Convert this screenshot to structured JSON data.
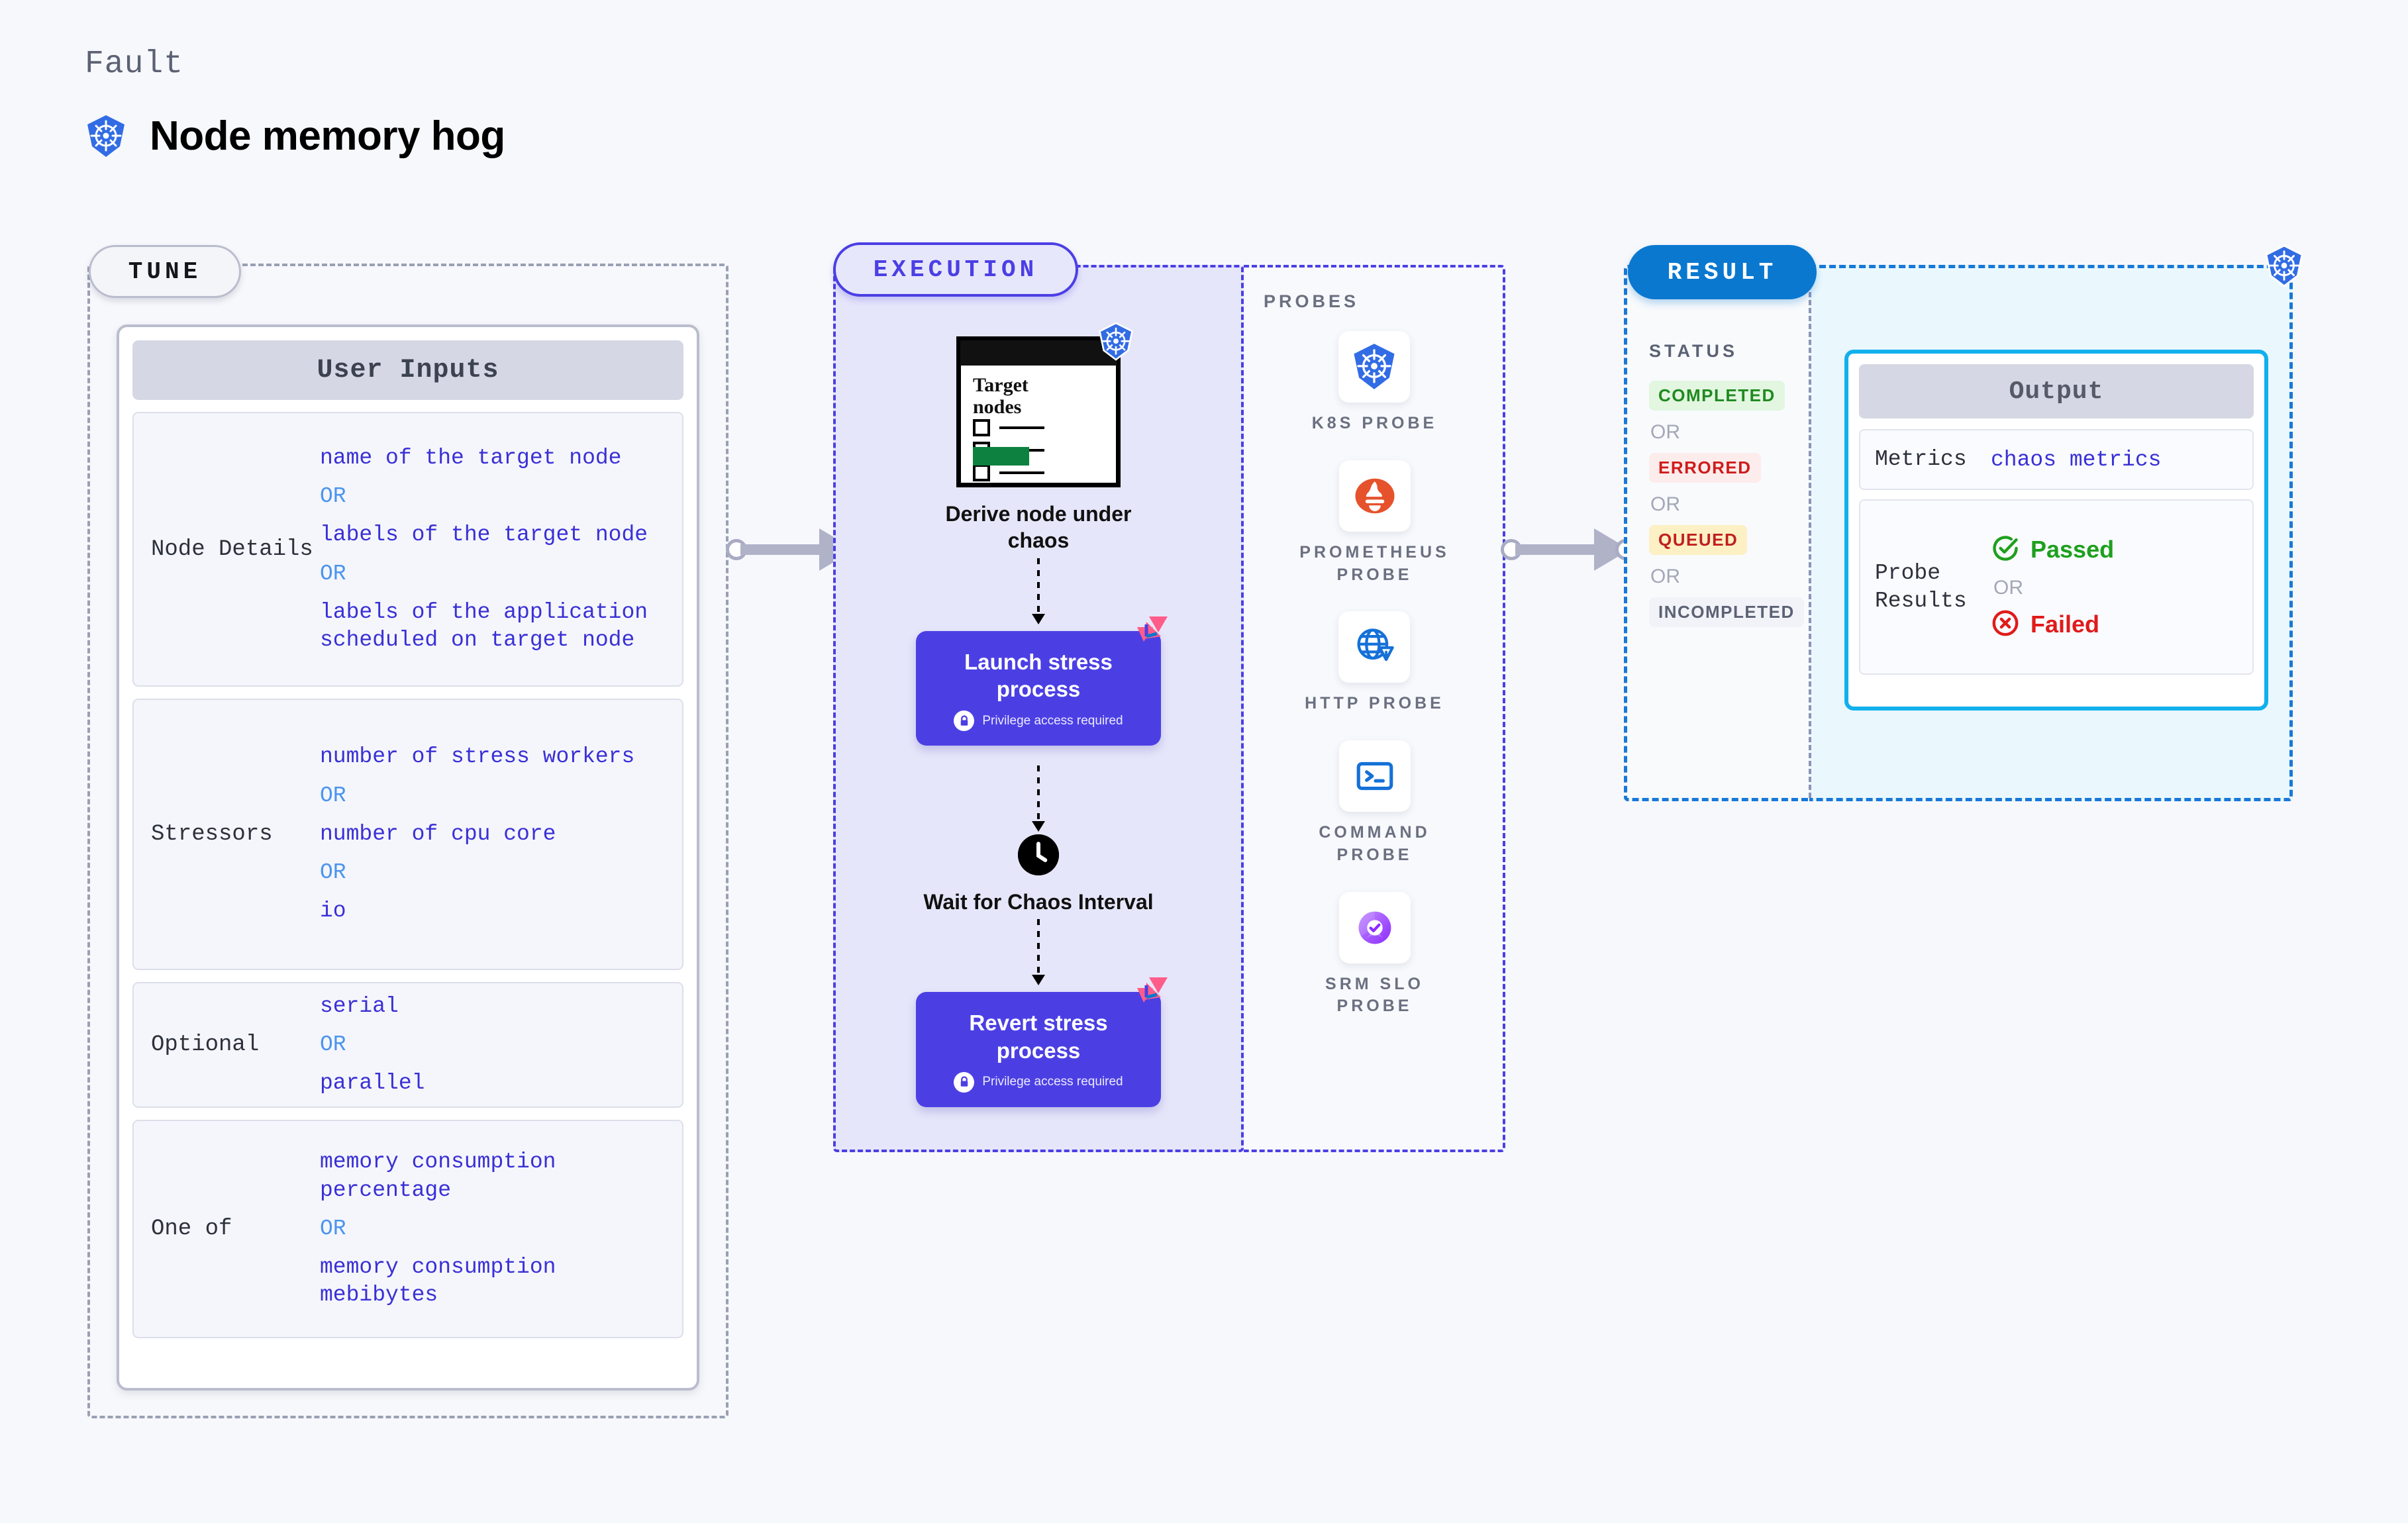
{
  "header": {
    "eyebrow": "Fault",
    "title": "Node memory hog",
    "icon": "kubernetes-icon"
  },
  "tune": {
    "pill_label": "TUNE",
    "card_header": "User Inputs",
    "rows": [
      {
        "label": "Node Details",
        "values": [
          "name of the target node",
          "labels of the target node",
          "labels of the application  scheduled on target node"
        ],
        "separator": "OR"
      },
      {
        "label": "Stressors",
        "values": [
          "number of stress workers",
          "number of cpu core",
          "io"
        ],
        "separator": "OR"
      },
      {
        "label": "Optional",
        "values": [
          "serial",
          "parallel"
        ],
        "separator": "OR"
      },
      {
        "label": "One of",
        "values": [
          "memory consumption percentage",
          "memory consumption mebibytes"
        ],
        "separator": "OR"
      }
    ]
  },
  "execution": {
    "pill_label": "EXECUTION",
    "target_card": {
      "title_line1": "Target",
      "title_line2": "nodes",
      "badge_icon": "kubernetes-icon"
    },
    "steps": [
      {
        "title": "Derive node under chaos",
        "type": "node-icon"
      },
      {
        "title": "Launch stress process",
        "subtitle": "Privilege access required",
        "type": "card",
        "badge": "harness-icon",
        "lock": "lock-icon"
      },
      {
        "title": "Wait for Chaos Interval",
        "type": "clock-icon"
      },
      {
        "title": "Revert stress process",
        "subtitle": "Privilege access required",
        "type": "card",
        "badge": "harness-icon",
        "lock": "lock-icon"
      }
    ]
  },
  "probes": {
    "title": "PROBES",
    "items": [
      {
        "label": "K8S PROBE",
        "icon": "kubernetes-icon"
      },
      {
        "label": "PROMETHEUS PROBE",
        "icon": "prometheus-icon"
      },
      {
        "label": "HTTP PROBE",
        "icon": "http-globe-warning-icon"
      },
      {
        "label": "COMMAND PROBE",
        "icon": "terminal-icon"
      },
      {
        "label": "SRM SLO PROBE",
        "icon": "srm-slo-icon"
      }
    ]
  },
  "result": {
    "pill_label": "RESULT",
    "status_title": "STATUS",
    "separator": "OR",
    "statuses": [
      {
        "label": "COMPLETED",
        "bg": "#e2f6e0",
        "fg": "#1f8a1f"
      },
      {
        "label": "ERRORED",
        "bg": "#fdecec",
        "fg": "#cf1b1b"
      },
      {
        "label": "QUEUED",
        "bg": "#fdf0c4",
        "fg": "#c11f1f"
      },
      {
        "label": "INCOMPLETED",
        "bg": "#f2f3f8",
        "fg": "#5c6274"
      }
    ],
    "corner_icon": "kubernetes-icon",
    "output": {
      "header": "Output",
      "metrics_label": "Metrics",
      "metrics_value": "chaos metrics",
      "probe_results_label": "Probe Results",
      "passed_label": "Passed",
      "failed_label": "Failed",
      "separator": "OR",
      "passed_color": "#1ea01e",
      "failed_color": "#e01b1b"
    }
  },
  "colors": {
    "execution_accent": "#4b3fe4",
    "result_accent": "#0b78d0",
    "output_border": "#12b0ec",
    "harness_pink": "#ff5c8a",
    "k8s_blue": "#326ce5"
  }
}
